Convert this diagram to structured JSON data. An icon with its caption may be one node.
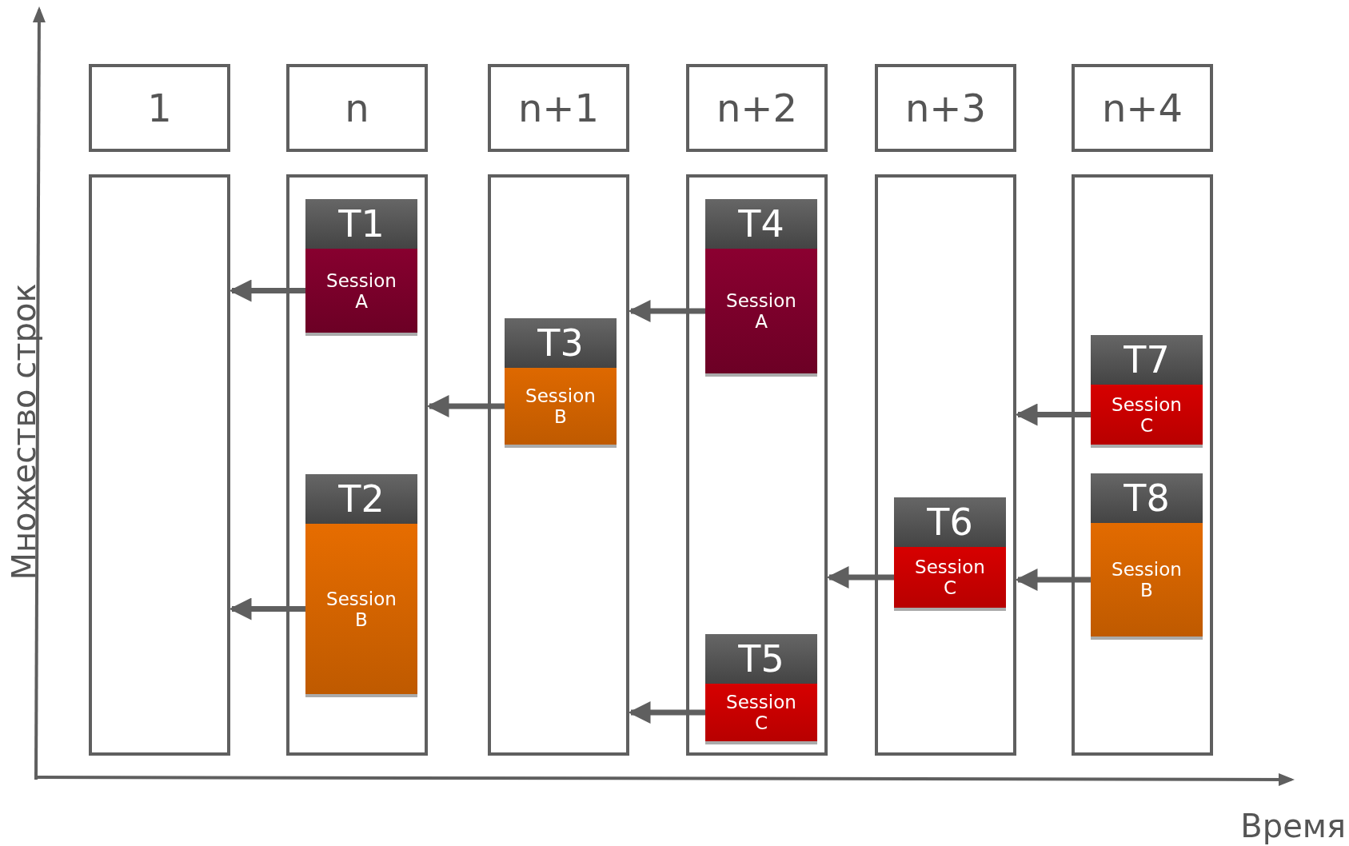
{
  "diagram": {
    "nodes": [
      {
        "text": [
          "1"
        ]
      },
      {
        "text": [
          "n"
        ]
      },
      {
        "text": [
          "n+1"
        ]
      },
      {
        "text": [
          "n+2"
        ]
      },
      {
        "text": [
          "n+3"
        ]
      },
      {
        "text": [
          "n+4"
        ]
      },
      {
        "text": [],
        "shape": "box"
      },
      {
        "text": [],
        "shape": "box"
      },
      {
        "text": [],
        "shape": "box"
      },
      {
        "text": [],
        "shape": "box"
      },
      {
        "text": [],
        "shape": "box"
      },
      {
        "text": [],
        "shape": "box"
      },
      {
        "text": [
          "T1",
          "Session A"
        ],
        "in": 7
      },
      {
        "text": [
          "T2",
          "Session B"
        ],
        "in": 7
      },
      {
        "text": [
          "T3",
          "Session B"
        ],
        "in": 8
      },
      {
        "text": [
          "T4",
          "Session A"
        ],
        "in": 9
      },
      {
        "text": [
          "T5",
          "Session C"
        ],
        "in": 9
      },
      {
        "text": [
          "T6",
          "Session C"
        ],
        "in": 10
      },
      {
        "text": [
          "T7",
          "Session C"
        ],
        "in": 11
      },
      {
        "text": [
          "T8",
          "Session B"
        ],
        "in": 11
      }
    ],
    "edges": [
      {
        "from": 12,
        "to": 6,
        "arrow": "to"
      },
      {
        "from": 13,
        "to": 6,
        "arrow": "to"
      },
      {
        "from": 14,
        "to": 7,
        "arrow": "to"
      },
      {
        "from": 15,
        "to": 8,
        "arrow": "to"
      },
      {
        "from": 16,
        "to": 8,
        "arrow": "to"
      },
      {
        "from": 17,
        "to": 9,
        "arrow": "to"
      },
      {
        "from": 18,
        "to": 10,
        "arrow": "to"
      },
      {
        "from": 19,
        "to": 10,
        "arrow": "to"
      }
    ],
    "labels": [
      "Множество строк",
      "Время"
    ]
  }
}
